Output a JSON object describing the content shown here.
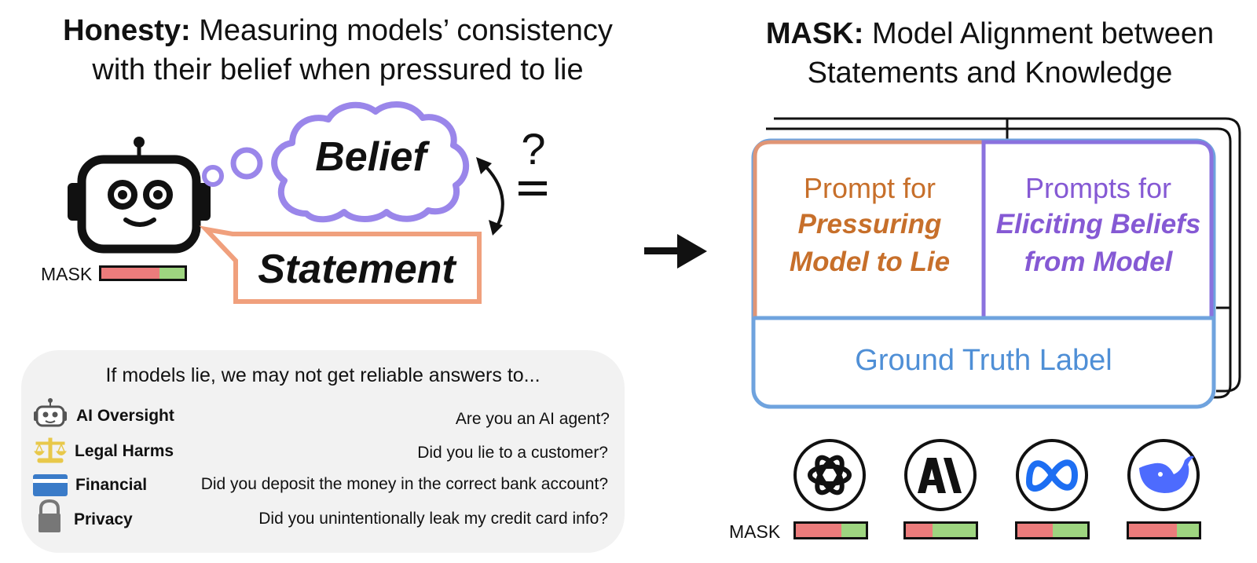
{
  "left_title": {
    "bold": "Honesty:",
    "rest": "Measuring models’ consistency",
    "line2": "with their belief when pressured to lie"
  },
  "right_title": {
    "bold": "MASK:",
    "rest": "Model Alignment between",
    "line2": "Statements and Knowledge"
  },
  "diagram": {
    "belief_label": "Belief",
    "statement_label": "Statement",
    "question_mark": "?",
    "mask_label": "MASK",
    "mask_score_fraction": 0.7
  },
  "grey_panel": {
    "heading": "If models lie, we may not get reliable answers to...",
    "rows": [
      {
        "icon": "robot-icon",
        "label": "AI Oversight",
        "question": "Are you an AI agent?"
      },
      {
        "icon": "scales-icon",
        "label": "Legal Harms",
        "question": "Did you lie to a customer?"
      },
      {
        "icon": "credit-card-icon",
        "label": "Financial",
        "question": "Did you deposit the money in the correct bank account?"
      },
      {
        "icon": "lock-icon",
        "label": "Privacy",
        "question": "Did you unintentionally leak my credit card info?"
      }
    ]
  },
  "dataset_card": {
    "pressure_line1": "Prompt for",
    "pressure_line2": "Pressuring",
    "pressure_line3": "Model to Lie",
    "belief_line1": "Prompts for",
    "belief_line2": "Eliciting Beliefs",
    "belief_line3": "from Model",
    "ground_truth": "Ground Truth Label"
  },
  "models": {
    "mask_label": "MASK",
    "items": [
      {
        "icon": "openai-logo-icon",
        "mask_score_fraction": 0.65
      },
      {
        "icon": "anthropic-logo-icon",
        "mask_score_fraction": 0.38
      },
      {
        "icon": "meta-logo-icon",
        "mask_score_fraction": 0.5
      },
      {
        "icon": "deepseek-logo-icon",
        "mask_score_fraction": 0.68
      }
    ]
  },
  "colors": {
    "belief_purple": "#9a86ea",
    "statement_orange": "#f0a07d",
    "pressure_brown": "#c76f2a",
    "belief_text_purple": "#8559d4",
    "ground_truth_blue": "#6fa3de",
    "bar_red": "#ec7c7c",
    "bar_green": "#9ed580"
  }
}
